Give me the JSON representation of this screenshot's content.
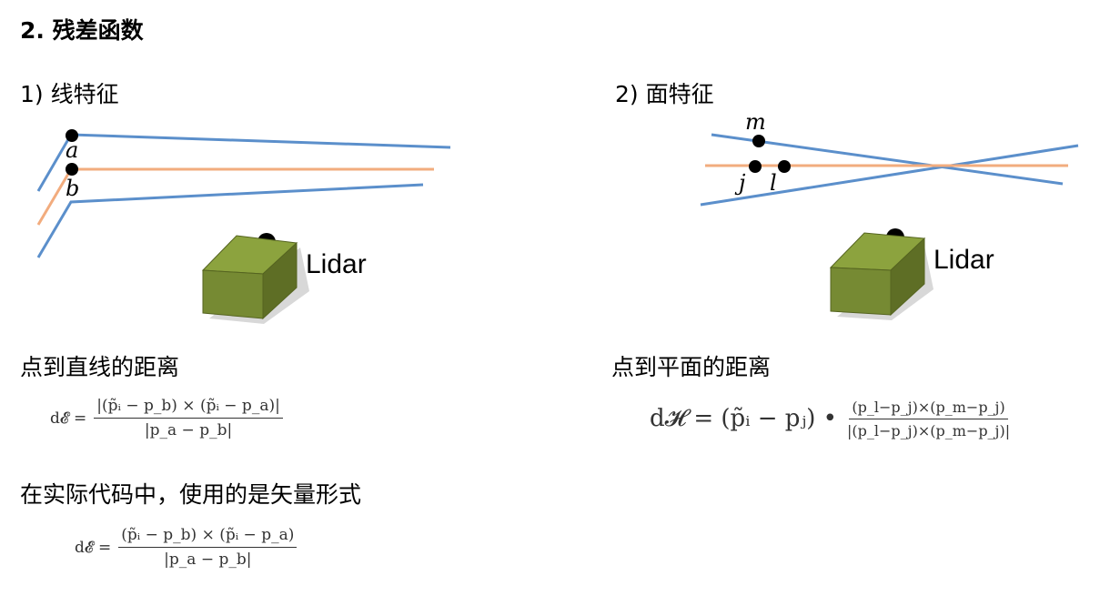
{
  "section_title": "2. 残差函数",
  "line_feature": {
    "heading": "1) 线特征",
    "labels": {
      "a": "a",
      "b": "b"
    },
    "lidar_label": "Lidar",
    "distance_caption": "点到直线的距离",
    "formula_lhs": "d𝓔 =",
    "formula_num": "|(p̃ᵢ − p_b) × (p̃ᵢ − p_a)|",
    "formula_den": "|p_a − p_b|"
  },
  "plane_feature": {
    "heading": "2) 面特征",
    "labels": {
      "m": "m",
      "j": "j",
      "l": "l"
    },
    "lidar_label": "Lidar",
    "distance_caption": "点到平面的距离",
    "formula_lhs": "d𝓗 = (p̃ᵢ − pⱼ) •",
    "formula_num": "(p_l−p_j)×(p_m−p_j)",
    "formula_den": "|(p_l−p_j)×(p_m−p_j)|"
  },
  "vector_form": {
    "caption": "在实际代码中，使用的是矢量形式",
    "formula_lhs": "d𝓔 =",
    "formula_num": "(p̃ᵢ − p_b) × (p̃ᵢ − p_a)",
    "formula_den": "|p_a − p_b|"
  },
  "colors": {
    "blue_line": "#5b8fcb",
    "orange_line": "#f2ac7e",
    "box_front": "#768a33",
    "box_top": "#8ca33e",
    "box_side": "#5e6e25"
  }
}
